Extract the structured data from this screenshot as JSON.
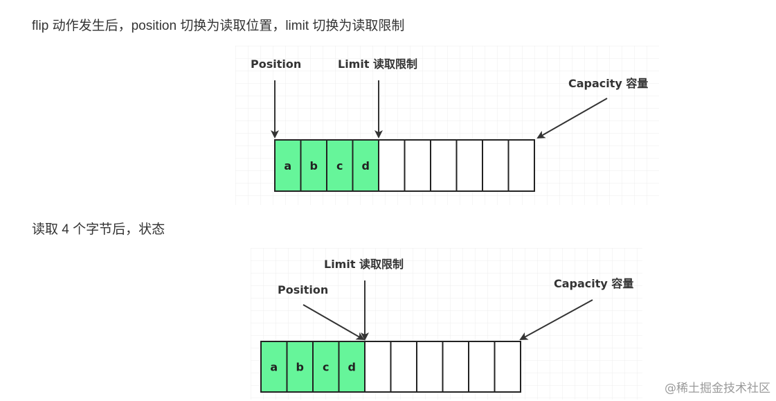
{
  "paragraphs": {
    "p1": "flip 动作发生后，position 切换为读取位置，limit 切换为读取限制",
    "p2": "读取 4 个字节后，状态"
  },
  "diagram1": {
    "labels": {
      "position": "Position",
      "limit": "Limit 读取限制",
      "capacity": "Capacity 容量"
    },
    "cells": [
      "a",
      "b",
      "c",
      "d",
      "",
      "",
      "",
      "",
      "",
      ""
    ],
    "filled_count": 4
  },
  "diagram2": {
    "labels": {
      "position": "Position",
      "limit": "Limit 读取限制",
      "capacity": "Capacity 容量"
    },
    "cells": [
      "a",
      "b",
      "c",
      "d",
      "",
      "",
      "",
      "",
      "",
      ""
    ],
    "filled_count": 4
  },
  "colors": {
    "filled_cell": "#66f59a",
    "empty_cell": "#ffffff",
    "grid_line": "#ececec",
    "arrow": "#333333"
  },
  "watermark": "@稀土掘金技术社区"
}
